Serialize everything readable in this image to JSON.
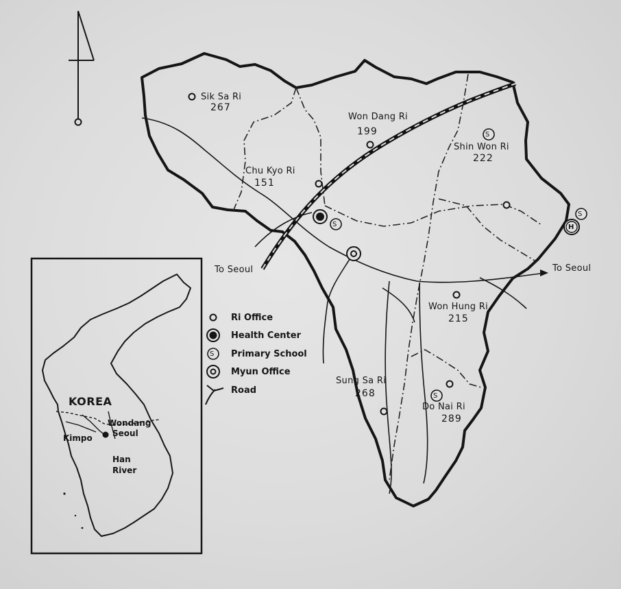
{
  "villages": {
    "sik_sa_ri": {
      "name": "Sik Sa Ri",
      "value": "267"
    },
    "won_dang_ri": {
      "name": "Won Dang Ri",
      "value": "199"
    },
    "chu_kyo_ri": {
      "name": "Chu Kyo Ri",
      "value": "151"
    },
    "shin_won_ri": {
      "name": "Shin Won Ri",
      "value": "222"
    },
    "won_hung_ri": {
      "name": "Won Hung Ri",
      "value": "215"
    },
    "sung_sa_ri": {
      "name": "Sung Sa Ri",
      "value": "268"
    },
    "do_nai_ri": {
      "name": "Do Nai Ri",
      "value": "289"
    }
  },
  "roads": {
    "west_label": "To Seoul",
    "east_label": "To Seoul"
  },
  "legend": {
    "ri_office": "Ri Office",
    "health_center": "Health Center",
    "primary_school": "Primary School",
    "myun_office": "Myun Office",
    "road": "Road"
  },
  "symbols": {
    "school_letter": "S",
    "health_letter": "H"
  },
  "inset": {
    "country": "KOREA",
    "places": {
      "wondang": "Wondang",
      "seoul": "Seoul",
      "kimpo": "Kimpo",
      "han": "Han",
      "river": "River"
    }
  },
  "icons": [
    "north-arrow-icon",
    "ri-office-icon",
    "health-center-icon",
    "primary-school-icon",
    "myun-office-icon",
    "road-icon"
  ]
}
